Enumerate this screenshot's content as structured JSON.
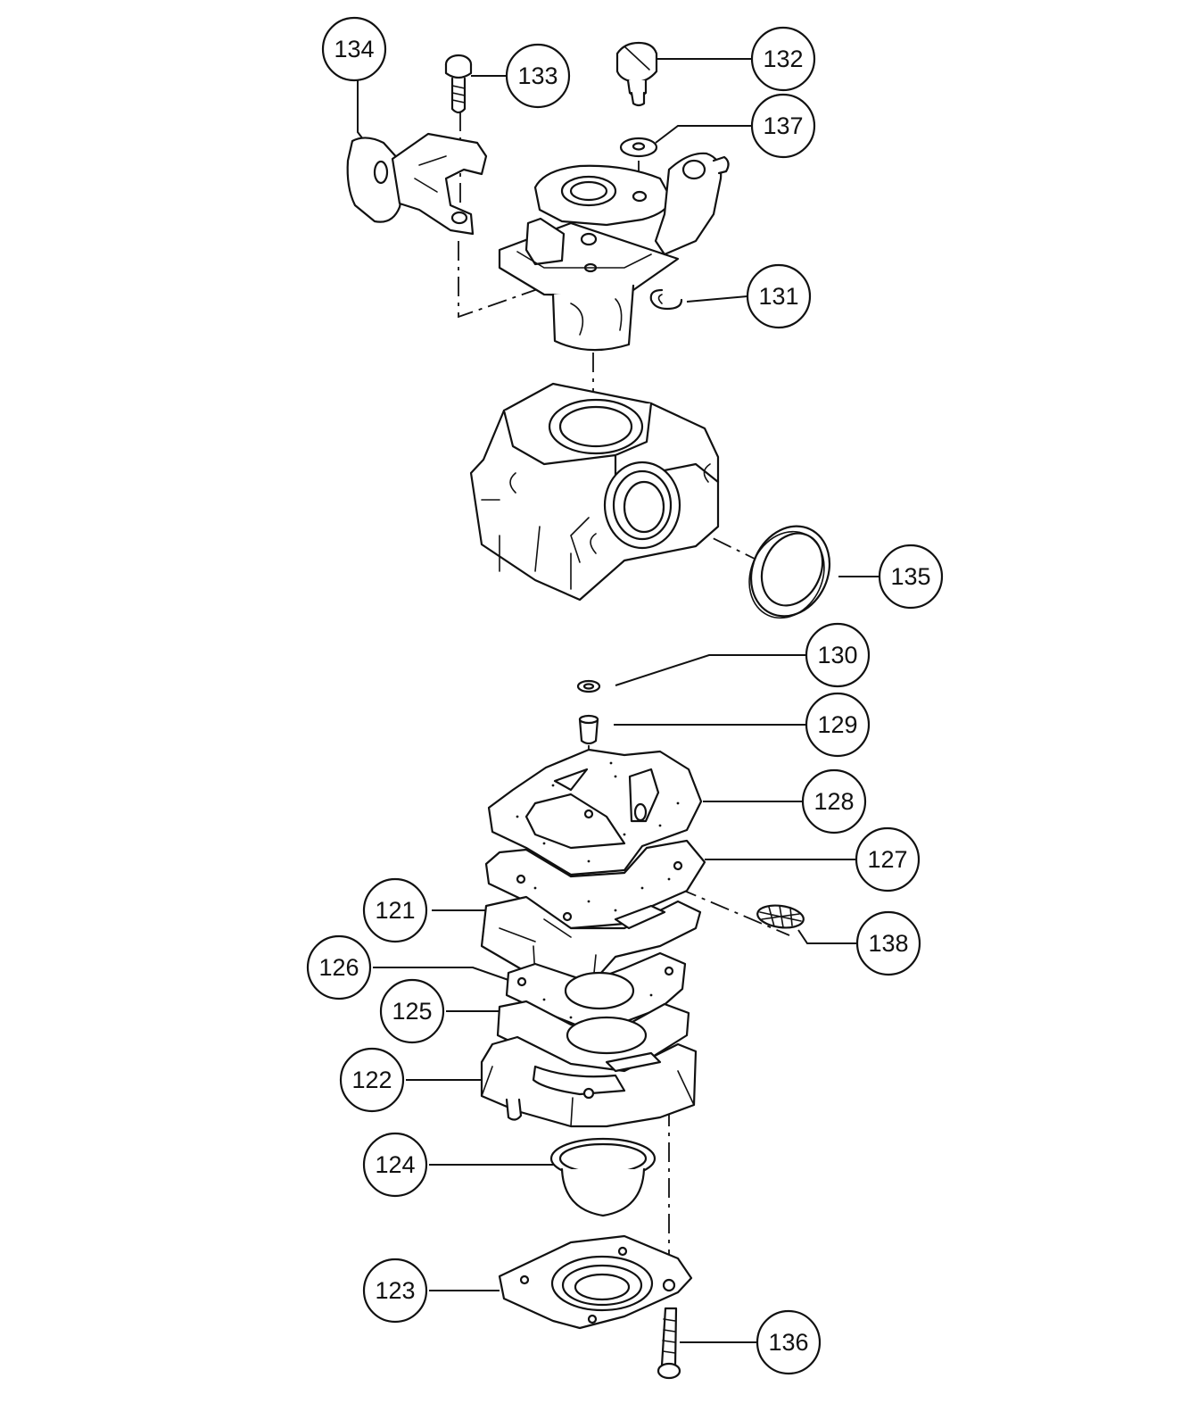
{
  "callouts": [
    {
      "id": "134",
      "label": "134"
    },
    {
      "id": "133",
      "label": "133"
    },
    {
      "id": "132",
      "label": "132"
    },
    {
      "id": "137",
      "label": "137"
    },
    {
      "id": "131",
      "label": "131"
    },
    {
      "id": "135",
      "label": "135"
    },
    {
      "id": "130",
      "label": "130"
    },
    {
      "id": "129",
      "label": "129"
    },
    {
      "id": "128",
      "label": "128"
    },
    {
      "id": "127",
      "label": "127"
    },
    {
      "id": "121",
      "label": "121"
    },
    {
      "id": "138",
      "label": "138"
    },
    {
      "id": "126",
      "label": "126"
    },
    {
      "id": "125",
      "label": "125"
    },
    {
      "id": "122",
      "label": "122"
    },
    {
      "id": "124",
      "label": "124"
    },
    {
      "id": "123",
      "label": "123"
    },
    {
      "id": "136",
      "label": "136"
    }
  ],
  "colors": {
    "line": "#111111",
    "background": "#ffffff"
  }
}
